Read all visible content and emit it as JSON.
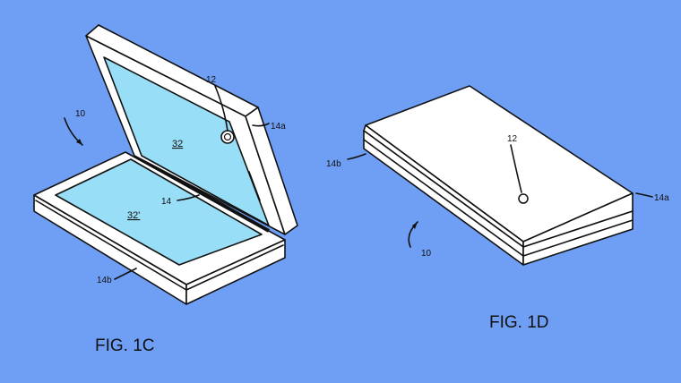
{
  "background_color": "#6f9ff5",
  "screen_color": "#98def7",
  "figures": [
    {
      "caption": "FIG. 1C",
      "labels": {
        "device": "10",
        "camera": "12",
        "upper_housing": "14a",
        "lower_housing": "14b",
        "hinge": "14",
        "upper_display": "32",
        "lower_display": "32'"
      }
    },
    {
      "caption": "FIG. 1D",
      "labels": {
        "device": "10",
        "camera": "12",
        "upper_housing": "14a",
        "lower_housing": "14b"
      }
    }
  ]
}
